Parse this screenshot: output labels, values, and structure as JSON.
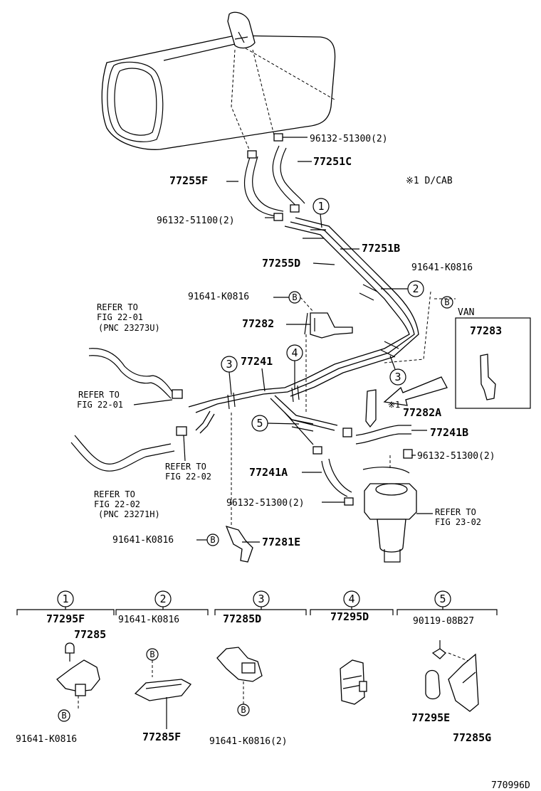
{
  "callouts": {
    "c1": "1",
    "c2": "2",
    "c3": "3",
    "c4": "4",
    "c5": "5",
    "bolt": "B"
  },
  "labels": {
    "p96132_51300_top": "96132-51300(2)",
    "p77251C": "77251C",
    "note_dcab": "※1  D/CAB",
    "p77255F": "77255F",
    "p96132_51100": "96132-51100(2)",
    "p77251B": "77251B",
    "p77255D": "77255D",
    "p91641_right": "91641-K0816",
    "p91641_mid": "91641-K0816",
    "p77282": "77282",
    "van": "VAN",
    "p77283": "77283",
    "refer1_a": "REFER TO",
    "refer1_b": "FIG 22-01",
    "refer1_c": "(PNC 23273U)",
    "p77241": "77241",
    "refer2_a": "REFER TO",
    "refer2_b": "FIG 22-01",
    "note_star1": "※1",
    "p77282A": "77282A",
    "p77241B": "77241B",
    "p96132_51300_right": "96132-51300(2)",
    "refer3_a": "REFER TO",
    "refer3_b": "FIG 22-02",
    "p77241A": "77241A",
    "refer4_a": "REFER TO",
    "refer4_b": "FIG 22-02",
    "refer4_c": "(PNC 23271H)",
    "p96132_51300_low": "96132-51300(2)",
    "refer5_a": "REFER TO",
    "refer5_b": "FIG 23-02",
    "p91641_low": "91641-K0816",
    "p77281E": "77281E"
  },
  "detail": {
    "g1_top": "77295F",
    "g1_b": "77285",
    "g1_bottom": "91641-K0816",
    "g2_top": "91641-K0816",
    "g2_bottom": "77285F",
    "g3_top": "77285D",
    "g3_bottom": "91641-K0816(2)",
    "g4_top": "77295D",
    "g5_top": "90119-08B27",
    "g5_b": "77295E",
    "g5_c": "77285G"
  },
  "figure_id": "770996D"
}
